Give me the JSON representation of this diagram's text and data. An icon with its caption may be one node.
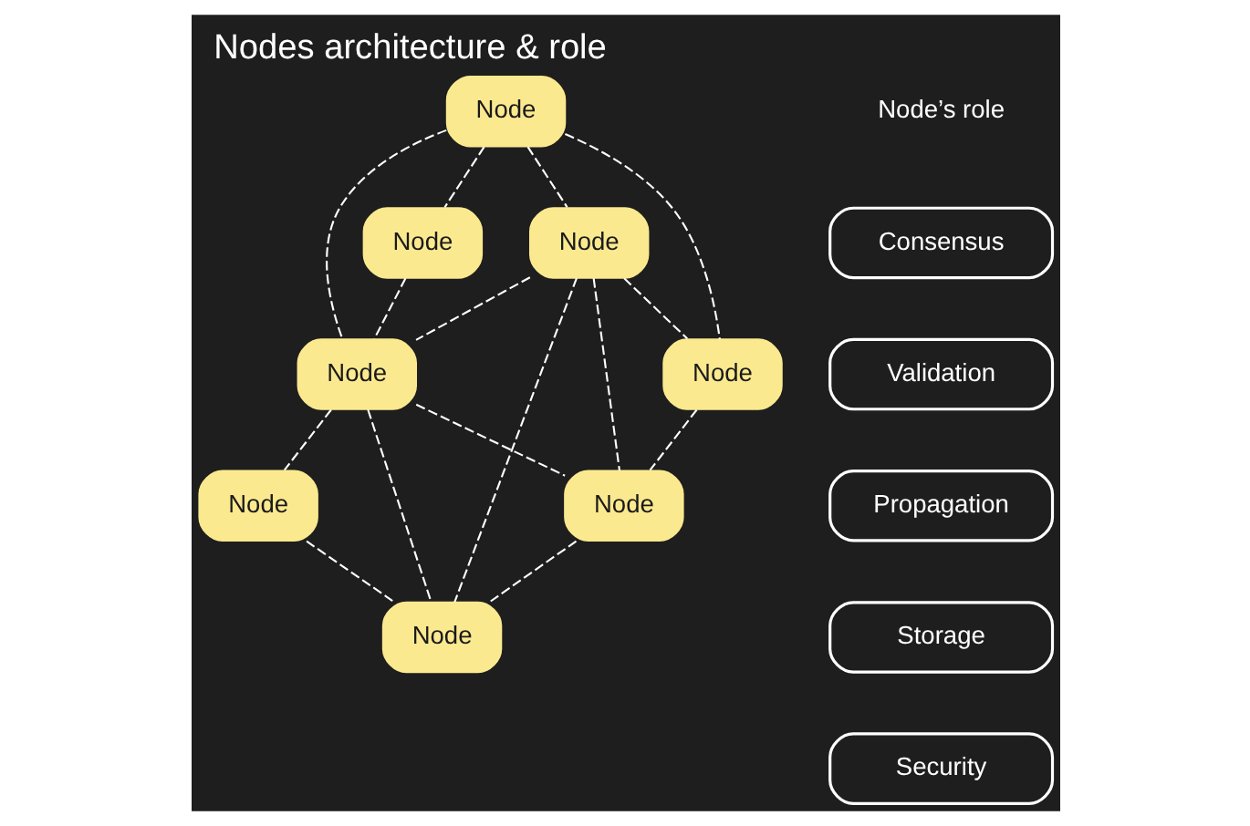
{
  "diagram": {
    "title": "Nodes architecture & role",
    "nodes": [
      {
        "text": [
          "Node"
        ]
      },
      {
        "text": [
          "Node"
        ]
      },
      {
        "text": [
          "Node"
        ]
      },
      {
        "text": [
          "Node"
        ]
      },
      {
        "text": [
          "Node"
        ]
      },
      {
        "text": [
          "Node"
        ]
      },
      {
        "text": [
          "Node"
        ]
      },
      {
        "text": [
          "Node"
        ]
      },
      {
        "text": [
          "Consensus"
        ]
      },
      {
        "text": [
          "Validation"
        ]
      },
      {
        "text": [
          "Propagation"
        ]
      },
      {
        "text": [
          "Storage"
        ]
      },
      {
        "text": [
          "Security"
        ]
      }
    ],
    "edges": [
      {
        "from": 0,
        "to": 1,
        "arrow": "none",
        "style": "dashed"
      },
      {
        "from": 0,
        "to": 3,
        "arrow": "none",
        "style": "dashed"
      },
      {
        "from": 0,
        "to": 2,
        "arrow": "none",
        "style": "dashed"
      },
      {
        "from": 0,
        "to": 4,
        "arrow": "none",
        "style": "dashed"
      },
      {
        "from": 1,
        "to": 3,
        "arrow": "none",
        "style": "dashed"
      },
      {
        "from": 2,
        "to": 3,
        "arrow": "none",
        "style": "dashed"
      },
      {
        "from": 2,
        "to": 4,
        "arrow": "none",
        "style": "dashed"
      },
      {
        "from": 2,
        "to": 6,
        "arrow": "none",
        "style": "dashed"
      },
      {
        "from": 2,
        "to": 7,
        "arrow": "none",
        "style": "dashed"
      },
      {
        "from": 3,
        "to": 6,
        "arrow": "none",
        "style": "dashed"
      },
      {
        "from": 3,
        "to": 5,
        "arrow": "none",
        "style": "dashed"
      },
      {
        "from": 3,
        "to": 7,
        "arrow": "none",
        "style": "dashed"
      },
      {
        "from": 4,
        "to": 6,
        "arrow": "none",
        "style": "dashed"
      },
      {
        "from": 6,
        "to": 7,
        "arrow": "none",
        "style": "dashed"
      },
      {
        "from": 5,
        "to": 7,
        "arrow": "none",
        "style": "dashed"
      }
    ],
    "labels": [
      "Node’s role"
    ]
  }
}
